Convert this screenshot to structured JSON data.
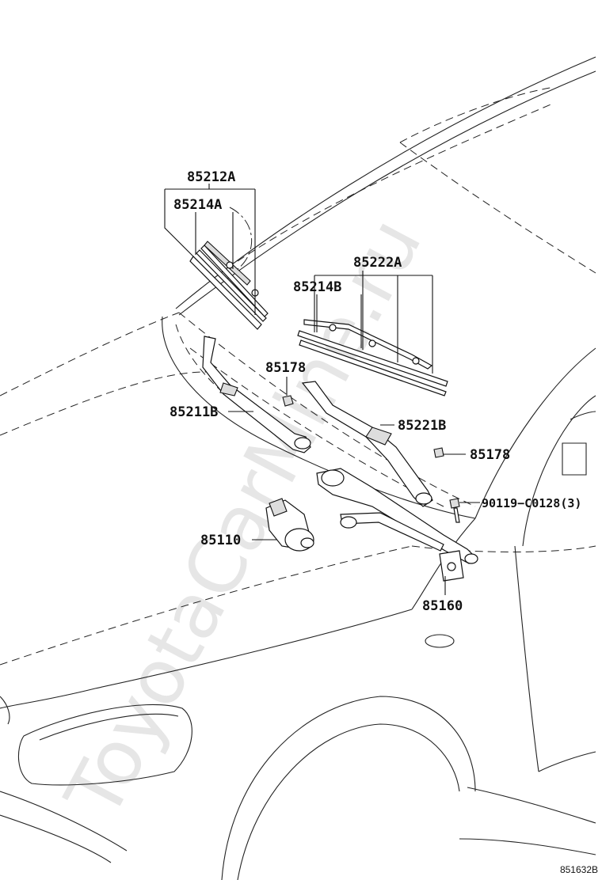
{
  "watermark": "ToyotaCarMine.ru",
  "diagram_ref": "851632B",
  "parts": {
    "wiper_blade_front": "85212A",
    "wiper_rubber_front": "85214A",
    "wiper_blade_rear": "85222A",
    "wiper_rubber_rear": "85214B",
    "cap_left": "85178",
    "wiper_arm_left": "85211B",
    "wiper_arm_right": "85221B",
    "cap_right": "85178",
    "bolt": "90119−C0128(3)",
    "wiper_motor": "85110",
    "wiper_link": "85160"
  }
}
